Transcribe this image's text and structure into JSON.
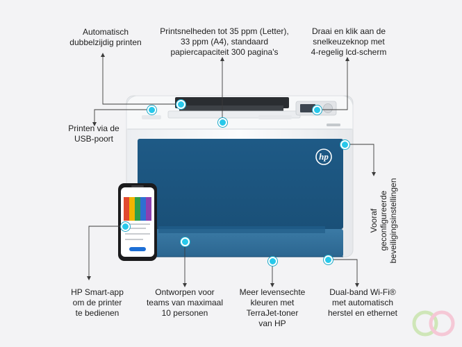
{
  "features": {
    "duplex": "Automatisch\ndubbelzijdig printen",
    "speed": "Printsnelheden tot 35 ppm (Letter),\n33 ppm (A4), standaard\npapiercapaciteit 300 pagina's",
    "lcd": "Draai en klik aan de\nsnelkeuzeknop met\n4-regelig lcd-scherm",
    "usb": "Printen via de\nUSB-poort",
    "security": "Vooraf\ngeconfigureerde\nbeveiligingsinstellingen",
    "app": "HP Smart-app\nom de printer\nte bedienen",
    "teams": "Ontworpen voor\nteams van maximaal\n10 personen",
    "colors": "Meer levensechte\nkleuren met\nTerraJet-toner\nvan HP",
    "wifi": "Dual-band Wi-Fi®\nmet automatisch\nherstel en ethernet"
  },
  "brand_logo": "hp",
  "colors": {
    "printer_blue": "#1f5b86",
    "printer_white": "#f8f9fa",
    "hotspot": "#27c8ea",
    "background": "#f3f3f5"
  }
}
